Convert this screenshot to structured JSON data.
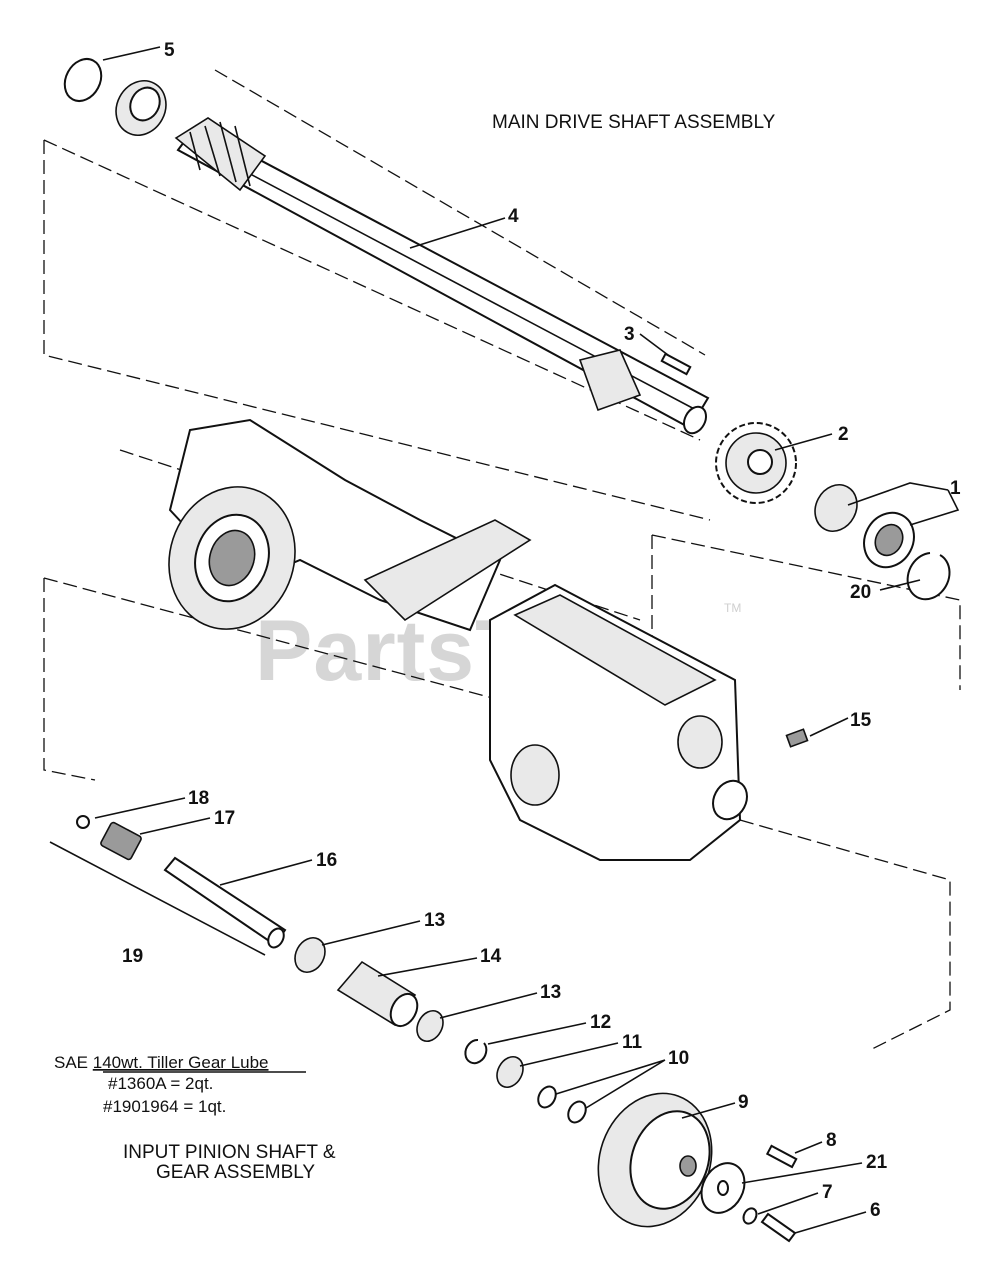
{
  "diagram": {
    "titles": {
      "main_assembly": "MAIN DRIVE SHAFT ASSEMBLY",
      "input_assembly_line1": "INPUT PINION SHAFT &",
      "input_assembly_line2": "GEAR ASSEMBLY"
    },
    "lube_note": {
      "line1_prefix": "SAE ",
      "line1_underlined": "140wt. Tiller Gear Lube",
      "line2": "#1360A = 2qt.",
      "line3": "#1901964 = 1qt."
    },
    "watermark": {
      "text": "PartsTree",
      "trademark": "TM"
    },
    "callouts": {
      "c1": "1",
      "c2": "2",
      "c3": "3",
      "c4": "4",
      "c5": "5",
      "c6": "6",
      "c7": "7",
      "c8": "8",
      "c9": "9",
      "c10": "10",
      "c11": "11",
      "c12": "12",
      "c13a": "13",
      "c13b": "13",
      "c14": "14",
      "c15": "15",
      "c16": "16",
      "c17": "17",
      "c18": "18",
      "c19": "19",
      "c20": "20",
      "c21": "21"
    }
  }
}
